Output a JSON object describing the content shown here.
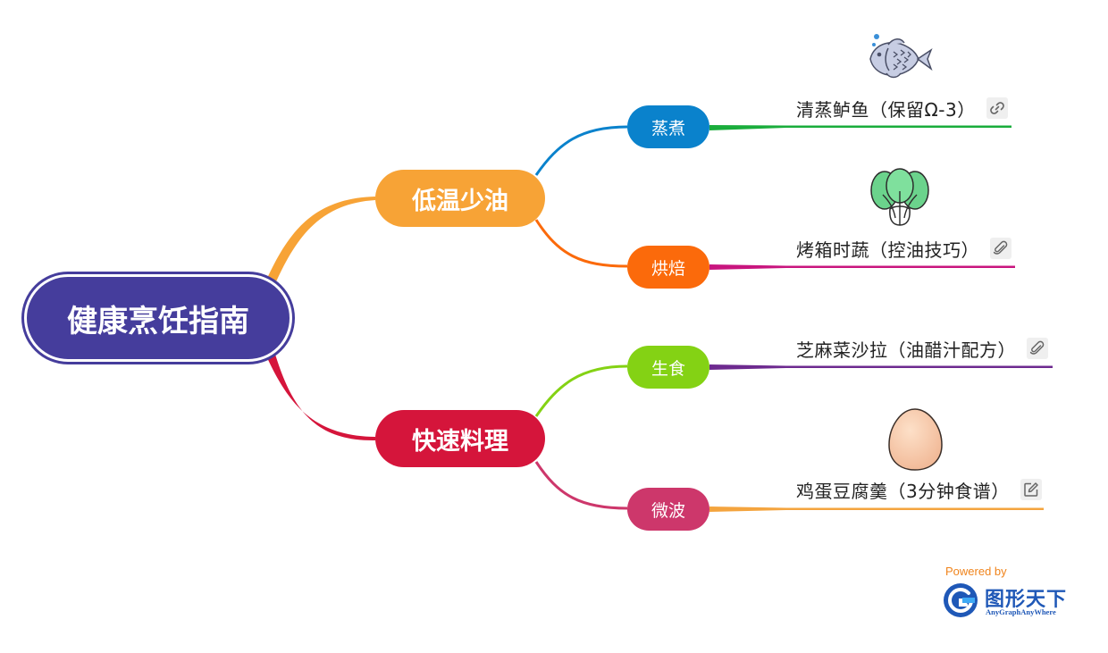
{
  "root": {
    "label": "健康烹饪指南"
  },
  "branches": [
    {
      "label": "低温少油",
      "color": "#f7a336",
      "children": [
        {
          "label": "蒸煮",
          "color": "#0a82cc",
          "leaf": "清蒸鲈鱼（保留Ω-3）",
          "leaf_icon": "link-icon",
          "leaf_color": "#1aad3c",
          "picture": "fish-icon"
        },
        {
          "label": "烘焙",
          "color": "#fb6a0b",
          "leaf": "烤箱时蔬（控油技巧）",
          "leaf_icon": "paperclip-icon",
          "leaf_color": "#c8157e",
          "picture": "bok-choy-icon"
        }
      ]
    },
    {
      "label": "快速料理",
      "color": "#d5153b",
      "children": [
        {
          "label": "生食",
          "color": "#84d214",
          "leaf": "芝麻菜沙拉（油醋汁配方）",
          "leaf_icon": "paperclip-icon",
          "leaf_color": "#6d2a8f",
          "picture": ""
        },
        {
          "label": "微波",
          "color": "#cd376b",
          "leaf": "鸡蛋豆腐羹（3分钟食谱）",
          "leaf_icon": "edit-note-icon",
          "leaf_color": "#f4a43e",
          "picture": "egg-icon"
        }
      ]
    }
  ],
  "branding": {
    "powered_by": "Powered by",
    "name": "图形天下",
    "tagline": "AnyGraphAnyWhere"
  }
}
